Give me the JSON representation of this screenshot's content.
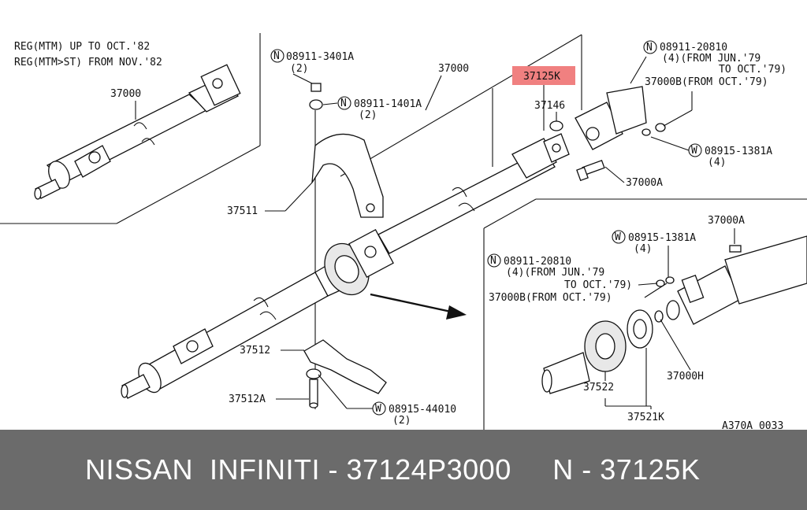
{
  "diagram": {
    "note_line1": "REG(MTM) UP TO OCT.'82",
    "note_line2": "REG(MTM>ST) FROM NOV.'82",
    "inset_shaft": "37000",
    "n_3401_code": "08911-3401A",
    "n_3401_qty": "(2)",
    "n_1401_code": "08911-1401A",
    "n_1401_qty": "(2)",
    "main_shaft": "37000",
    "highlight_part": "37125K",
    "part_37146": "37146",
    "n_20810_code": "08911-20810",
    "n_20810_l1": "(4)(FROM JUN.'79",
    "n_20810_l2": "TO OCT.'79)",
    "part_37000b": "37000B(FROM OCT.'79)",
    "w_1381_code": "08915-1381A",
    "w_1381_qty": "(4)",
    "part_37000a": "37000A",
    "part_37511": "37511",
    "part_37512": "37512",
    "part_37512a": "37512A",
    "w_44010_code": "08915-44010",
    "w_44010_qty": "(2)",
    "d_37000a": "37000A",
    "d_w_1381_code": "08915-1381A",
    "d_w_1381_qty": "(4)",
    "d_n_20810_code": "08911-20810",
    "d_n_20810_l1": "(4)(FROM JUN.'79",
    "d_n_20810_l2": "TO OCT.'79)",
    "d_37000b": "37000B(FROM OCT.'79)",
    "d_37000h": "37000H",
    "d_37522": "37522",
    "d_37521k": "37521K",
    "ref_code": "A370A 0033",
    "circle_n": "N",
    "circle_w": "W"
  },
  "footer": {
    "text": "NISSAN  INFINITI - 37124P3000     N - 37125K"
  },
  "colors": {
    "highlight": "#f08080",
    "footer_bg": "#6b6b6b"
  }
}
